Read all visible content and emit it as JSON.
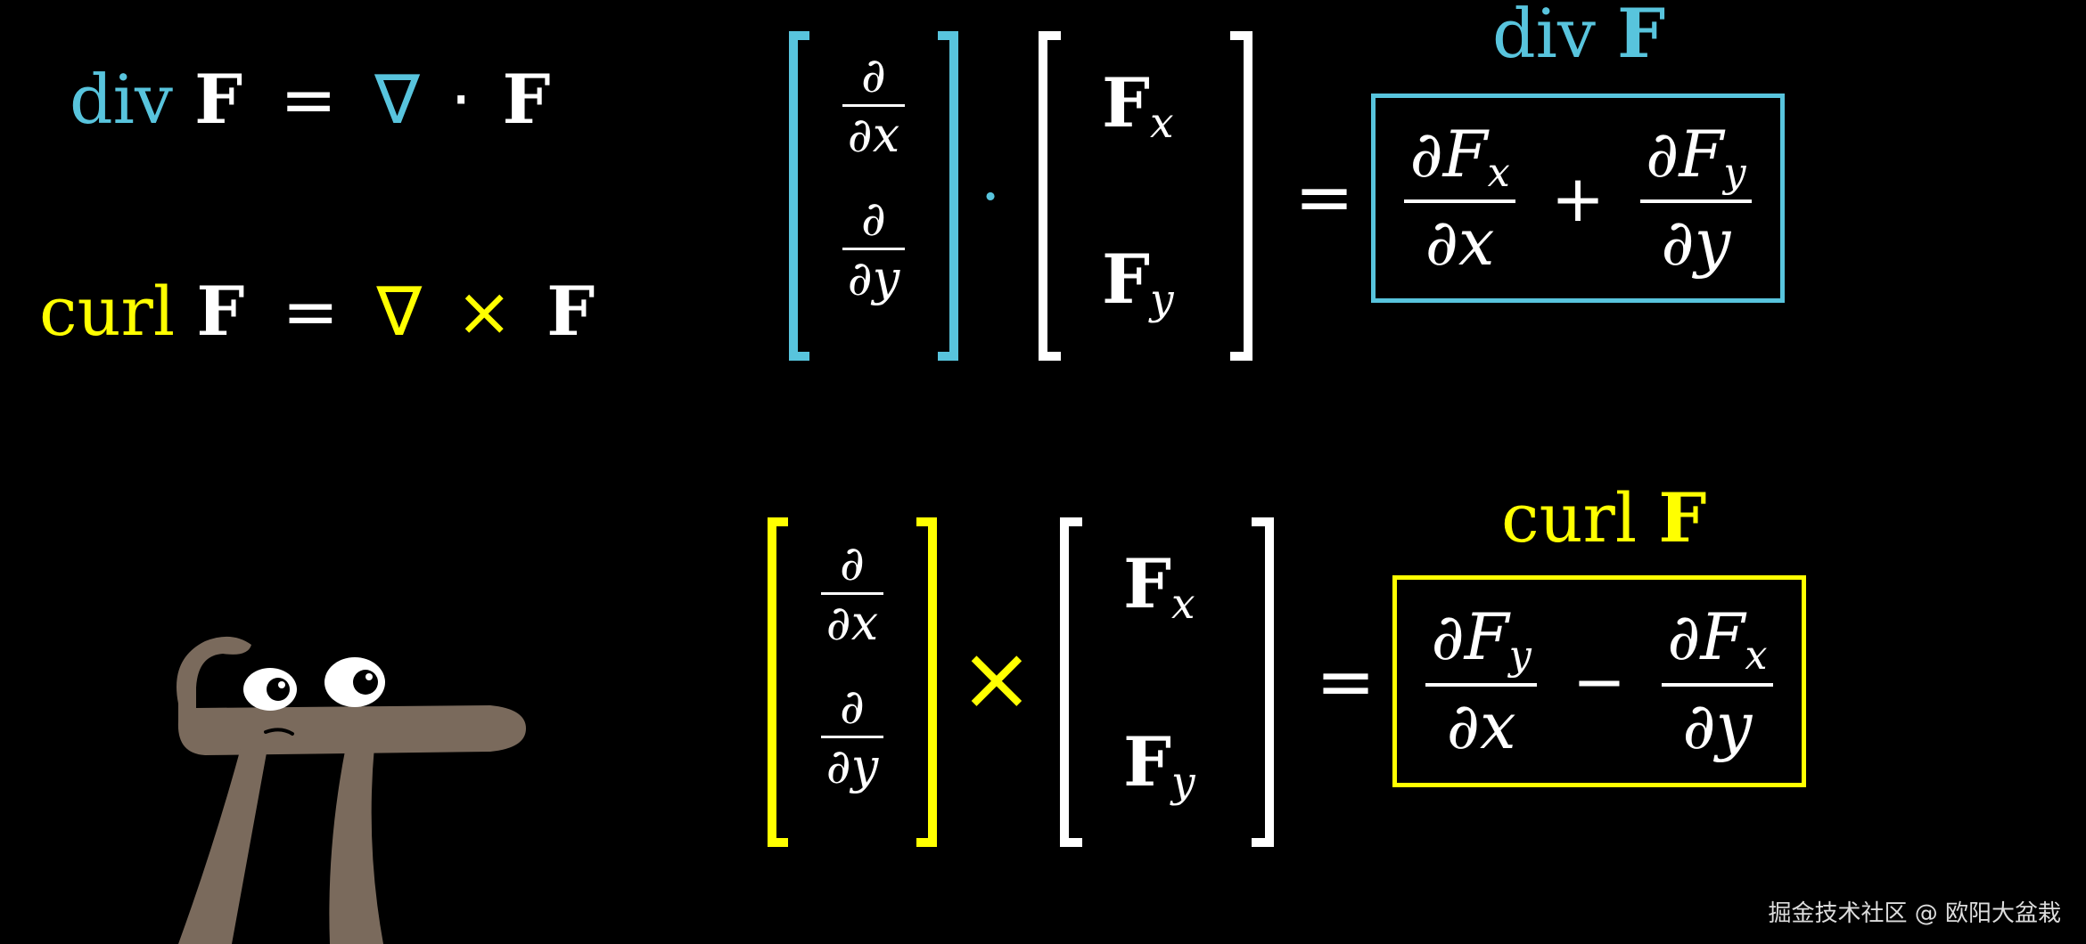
{
  "left": {
    "div_word": "div",
    "div_bold": "F",
    "div_eq": "=",
    "div_nabla": "∇",
    "div_dot": "·",
    "div_rhs": "F",
    "curl_word": "curl",
    "curl_bold": "F",
    "curl_eq": "=",
    "curl_nabla": "∇",
    "curl_times": "×",
    "curl_rhs": "F"
  },
  "div_eq": {
    "partial": "∂",
    "dx": "∂x",
    "dy": "∂y",
    "dot": "·",
    "Fx_F": "F",
    "Fx_sub": "x",
    "Fy_F": "F",
    "Fy_sub": "y",
    "equals": "=",
    "label_word": "div",
    "label_bold": "F",
    "term1_num": "∂F",
    "term1_sub": "x",
    "term1_den": "∂x",
    "op": "+",
    "term2_num": "∂F",
    "term2_sub": "y",
    "term2_den": "∂y"
  },
  "curl_eq": {
    "partial": "∂",
    "dx": "∂x",
    "dy": "∂y",
    "times": "×",
    "Fx_F": "F",
    "Fx_sub": "x",
    "Fy_F": "F",
    "Fy_sub": "y",
    "equals": "=",
    "label_word": "curl",
    "label_bold": "F",
    "term1_num": "∂F",
    "term1_sub": "y",
    "term1_den": "∂x",
    "op": "−",
    "term2_num": "∂F",
    "term2_sub": "x",
    "term2_den": "∂y"
  },
  "watermark": "掘金技术社区 @ 欧阳大盆栽",
  "colors": {
    "blue": "#58c4dd",
    "yellow": "#ffff00",
    "pi_body": "#7a6a5c",
    "background": "#000000"
  },
  "icons": {
    "character": "pi-creature-icon"
  }
}
